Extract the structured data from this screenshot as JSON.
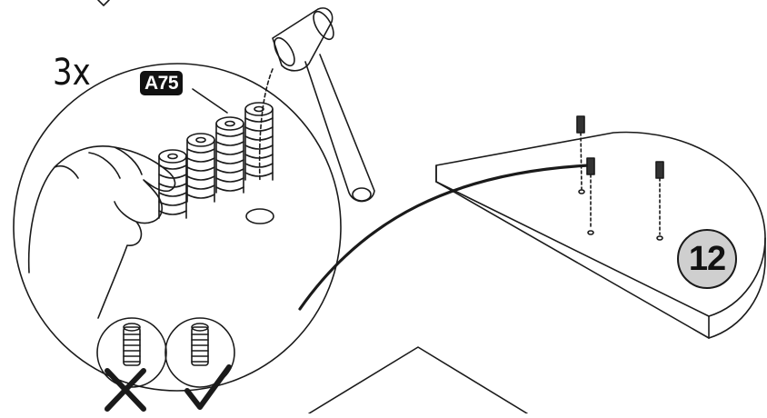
{
  "step": {
    "number": "12",
    "quantity": "3x",
    "part_code": "A75"
  },
  "checks": {
    "wrong_symbol": "cross-icon",
    "right_symbol": "checkmark-icon"
  },
  "colors": {
    "line": "#1a1a1a",
    "badge_bg": "#111111",
    "step_circle": "#cfcfcf"
  }
}
